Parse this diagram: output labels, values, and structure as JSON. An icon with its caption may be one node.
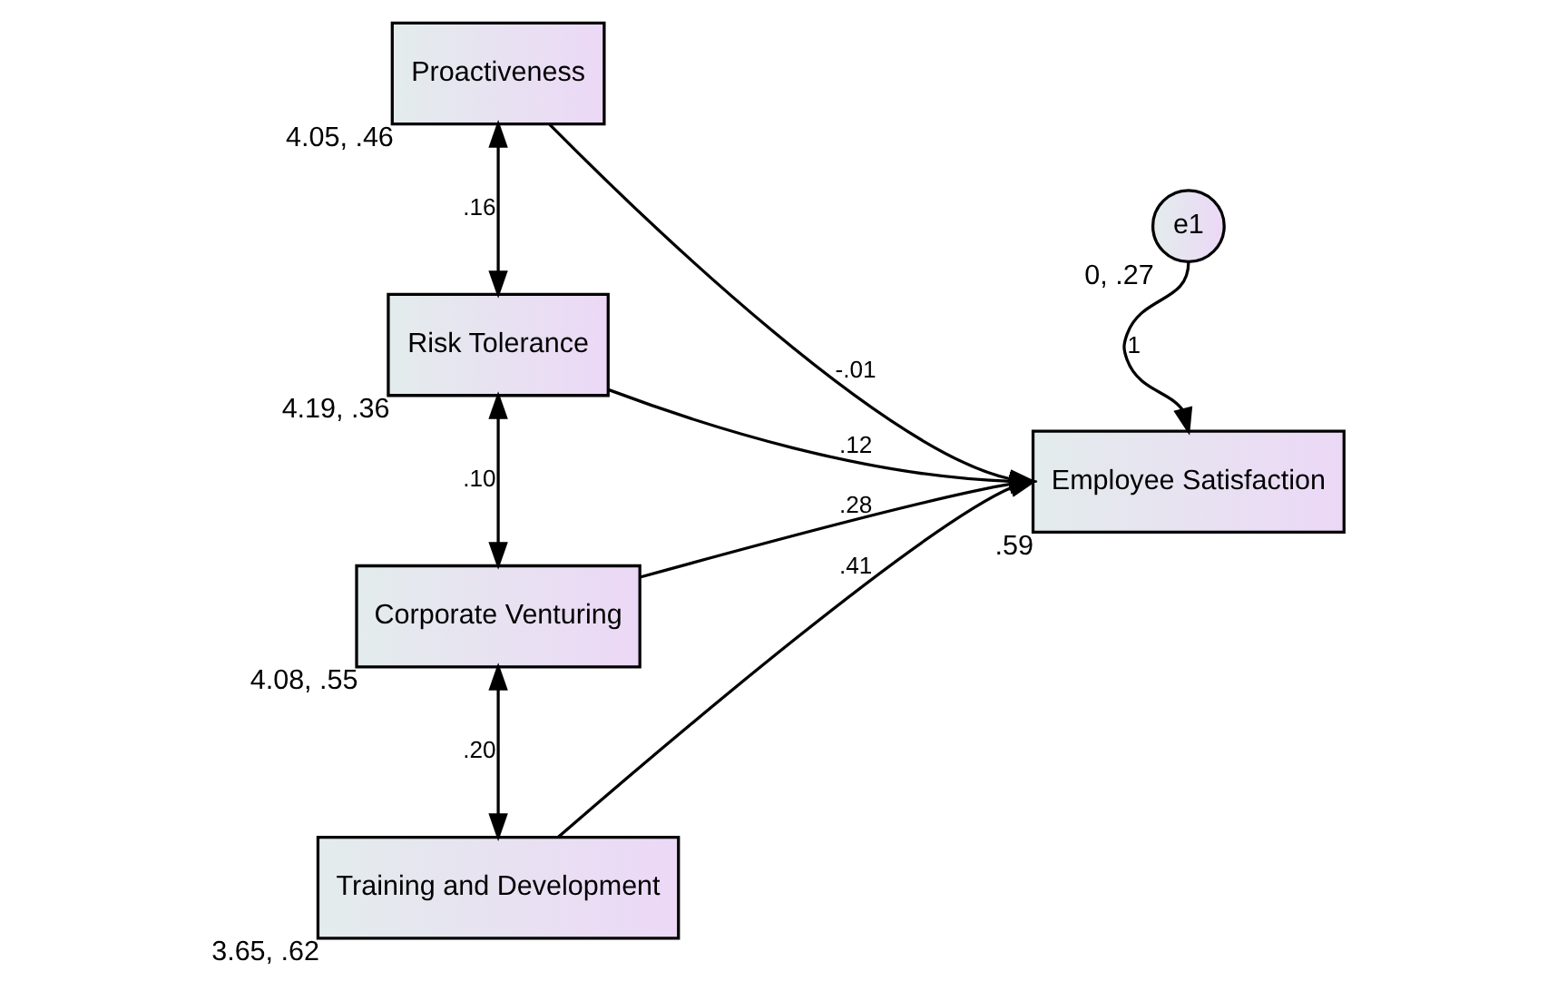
{
  "diagram": {
    "nodes": [
      {
        "text": [
          "Proactiveness"
        ],
        "beside": [
          "4.05, .46"
        ]
      },
      {
        "text": [
          "Risk Tolerance"
        ],
        "beside": [
          "4.19, .36"
        ]
      },
      {
        "text": [
          "Corporate Venturing"
        ],
        "beside": [
          "4.08, .55"
        ]
      },
      {
        "text": [
          "Training and Development"
        ],
        "beside": [
          "3.65, .62"
        ]
      },
      {
        "text": [
          "Employee Satisfaction"
        ],
        "beside": [
          ".59"
        ]
      },
      {
        "text": [
          "e1"
        ],
        "beside": [
          "0, .27"
        ]
      }
    ],
    "edges": [
      {
        "from": 0,
        "to": 4,
        "arrow": "to",
        "label": "-.01"
      },
      {
        "from": 1,
        "to": 4,
        "arrow": "to",
        "label": ".12"
      },
      {
        "from": 2,
        "to": 4,
        "arrow": "to",
        "label": ".28"
      },
      {
        "from": 3,
        "to": 4,
        "arrow": "to",
        "label": ".41"
      },
      {
        "from": 5,
        "to": 4,
        "arrow": "to",
        "label": "1"
      },
      {
        "from": 0,
        "to": 1,
        "arrow": "both",
        "label": ".16"
      },
      {
        "from": 1,
        "to": 2,
        "arrow": "both",
        "label": ".10"
      },
      {
        "from": 2,
        "to": 3,
        "arrow": "both",
        "label": ".20"
      }
    ]
  }
}
